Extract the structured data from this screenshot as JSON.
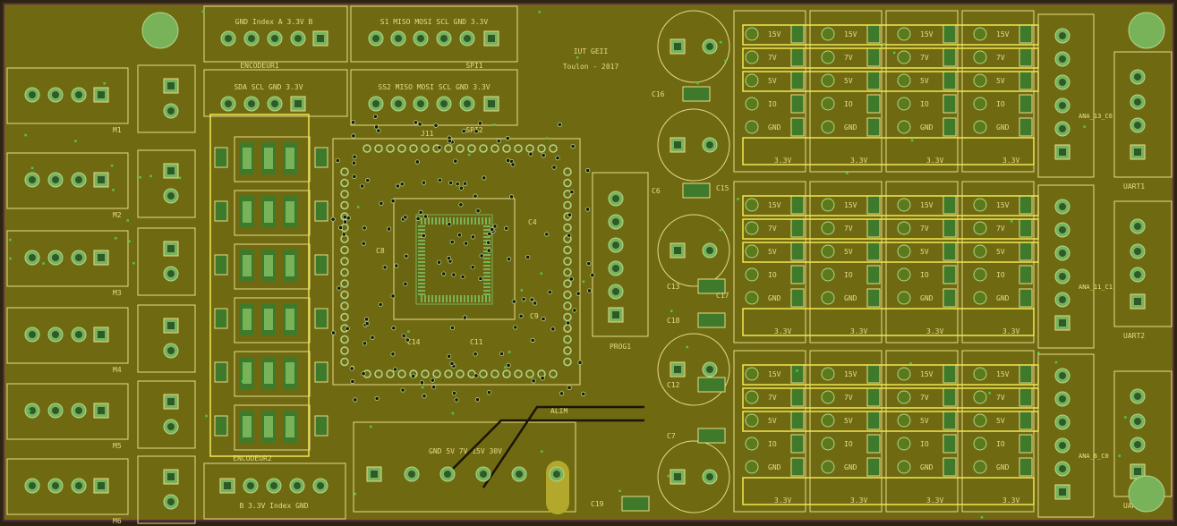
{
  "board": {
    "title": "IUT GEII",
    "subtitle": "Toulon - 2017",
    "colors": {
      "substrate": "#6f6a12",
      "copper": "#7c7414",
      "silk": "#e8d98a",
      "pad": "#78b35a",
      "pad_hole": "#2e5a2a",
      "highlight": "#f3e653",
      "outline": "#5a2a40"
    }
  },
  "labels": {
    "hdr_top1": "GND Index A 3.3V B",
    "hdr_top2": "S1 MISO MOSI SCL GND 3.3V",
    "hdr_enc1": "ENCODEUR1",
    "hdr_spi1": "SPI1",
    "hdr_mid1": "SDA SCL GND 3.3V",
    "hdr_mid2": "SS2 MISO MOSI SCL GND 3.3V",
    "spi2": "SPI2",
    "j11": "J11",
    "prog": "PROG1",
    "alim": "ALIM",
    "bottom_power": "GND 5V 7V 15V 30V",
    "enc2": "ENCODEUR2",
    "enc2_pins": "B 3.3V Index GND",
    "rail_15v": "15V",
    "rail_7v": "7V",
    "rail_5v": "5V",
    "rail_io": "IO",
    "rail_gnd": "GND",
    "rail_33": "3.3V",
    "uart1": "UART1",
    "uart2": "UART2",
    "uart3": "UART3",
    "motors": [
      "M1",
      "M2",
      "M3",
      "M4",
      "M5",
      "M6"
    ],
    "caps": [
      "C16",
      "C6",
      "C13",
      "C18",
      "C12",
      "C7",
      "C19",
      "C15",
      "C17",
      "C4",
      "C8",
      "C9",
      "C14",
      "C11"
    ],
    "ana": [
      "ANA_13_C6",
      "ANA_11_C1",
      "ANA_6_C0"
    ]
  }
}
